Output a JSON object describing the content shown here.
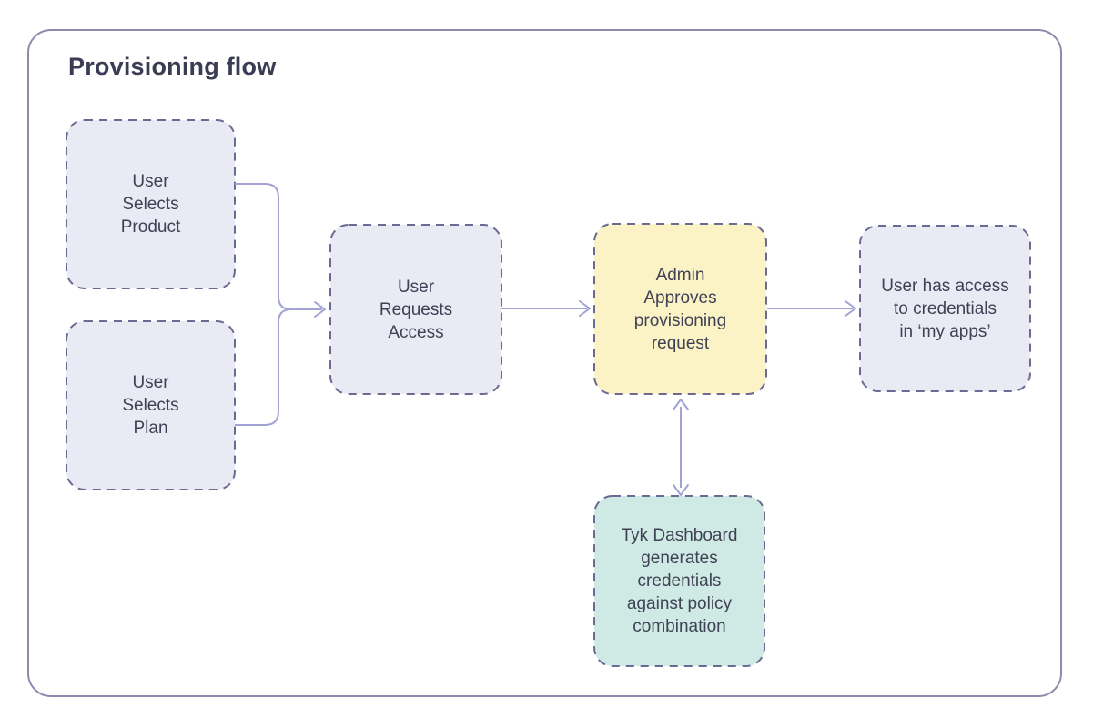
{
  "diagram": {
    "title": "Provisioning flow",
    "nodes": [
      {
        "id": "user-selects-product",
        "label": "User\nSelects\nProduct",
        "fill": "#eaeaf5"
      },
      {
        "id": "user-selects-plan",
        "label": "User\nSelects\nPlan",
        "fill": "#eaeaf5"
      },
      {
        "id": "user-requests-access",
        "label": "User\nRequests\nAccess",
        "fill": "#eaeaf5"
      },
      {
        "id": "admin-approves-provisioning-request",
        "label": "Admin\nApproves\nprovisioning\nrequest",
        "fill": "#fbf2c5"
      },
      {
        "id": "user-has-access-to-credentials",
        "label": "User has access\nto credentials\nin ‘my apps’",
        "fill": "#eaeaf5"
      },
      {
        "id": "tyk-dashboard-generates-credentials",
        "label": "Tyk Dashboard\ngenerates\ncredentials\nagainst policy\ncombination",
        "fill": "#cfeae5"
      }
    ],
    "connectors": [
      {
        "from": "user-selects-product",
        "to": "user-requests-access",
        "type": "merge-arrow"
      },
      {
        "from": "user-selects-plan",
        "to": "user-requests-access",
        "type": "merge-arrow"
      },
      {
        "from": "user-requests-access",
        "to": "admin-approves-provisioning-request",
        "type": "arrow"
      },
      {
        "from": "admin-approves-provisioning-request",
        "to": "user-has-access-to-credentials",
        "type": "arrow"
      },
      {
        "from": "admin-approves-provisioning-request",
        "to": "tyk-dashboard-generates-credentials",
        "type": "bidirectional-arrow"
      }
    ],
    "colors": {
      "background": "#ffffff",
      "frame_border": "#8b8bae",
      "node_border": "#6a6a92",
      "arrow": "#a2a2d4",
      "title_text": "#3b3b54",
      "node_text": "#3f4254",
      "node_fill_lavender": "#eaeaf5",
      "node_fill_yellow": "#fbf2c5",
      "node_fill_teal": "#cfeae5"
    }
  }
}
